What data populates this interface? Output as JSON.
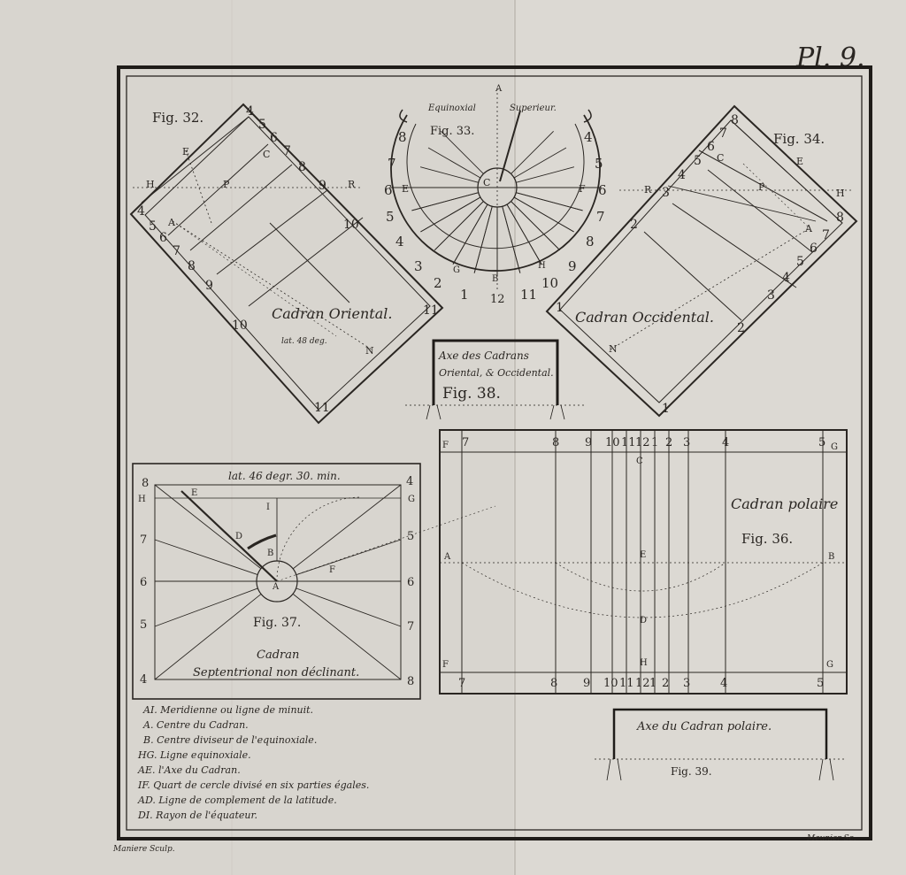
{
  "plate": {
    "number": "Pl. 9.",
    "engraver_left": "Maniere Sculp.",
    "engraver_right": "Meunier Sc."
  },
  "fig32": {
    "label": "Fig. 32.",
    "title": "Cadran Oriental.",
    "latitude": "lat. 48 deg.",
    "points": [
      "E",
      "H",
      "P",
      "A",
      "C",
      "R",
      "N"
    ],
    "top_numbers": [
      "4",
      "5",
      "6",
      "7",
      "8",
      "9",
      "10",
      "11"
    ],
    "left_numbers": [
      "4",
      "5",
      "6",
      "7",
      "8",
      "9",
      "10",
      "11"
    ]
  },
  "fig33": {
    "label": "Fig. 33.",
    "caption_left": "Equinoxial",
    "caption_right": "Superieur.",
    "points": [
      "A",
      "C",
      "E",
      "F",
      "G",
      "B",
      "H"
    ],
    "left_numbers": [
      "8",
      "7",
      "6",
      "5",
      "4",
      "3",
      "2",
      "1"
    ],
    "right_numbers": [
      "4",
      "5",
      "6",
      "7",
      "8",
      "9",
      "10",
      "11"
    ],
    "bottom_numbers": [
      "12",
      "11",
      "10"
    ]
  },
  "fig34": {
    "label": "Fig. 34.",
    "title": "Cadran Occidental.",
    "points": [
      "E",
      "H",
      "P",
      "A",
      "C",
      "R",
      "N"
    ],
    "top_numbers": [
      "3",
      "4",
      "5",
      "6",
      "7",
      "8"
    ],
    "right_numbers": [
      "8",
      "7",
      "6",
      "5",
      "4",
      "3",
      "2",
      "1"
    ],
    "left_numbers": [
      "2",
      "1",
      "1"
    ]
  },
  "fig38": {
    "text_line1": "Axe des Cadrans",
    "text_line2": "Oriental, & Occidental.",
    "label": "Fig. 38."
  },
  "fig36": {
    "label": "Fig. 36.",
    "title": "Cadran polaire",
    "top_numbers": [
      "7",
      "8",
      "9",
      "10",
      "11",
      "12",
      "1",
      "2",
      "3",
      "4",
      "5"
    ],
    "bottom_numbers": [
      "7",
      "8",
      "9",
      "10",
      "11",
      "12",
      "1",
      "2",
      "3",
      "4",
      "5"
    ],
    "points": [
      "F",
      "G",
      "A",
      "B",
      "C",
      "E",
      "D",
      "H"
    ]
  },
  "fig37": {
    "label": "Fig. 37.",
    "latitude": "lat. 46 degr. 30. min.",
    "title_line1": "Cadran",
    "title_line2": "Septentrional non déclinant.",
    "left_numbers": [
      "8",
      "7",
      "6",
      "5",
      "4"
    ],
    "right_numbers": [
      "4",
      "5",
      "6",
      "7",
      "8"
    ],
    "points": [
      "H",
      "G",
      "E",
      "I",
      "D",
      "B",
      "A",
      "F"
    ]
  },
  "fig39": {
    "text": "Axe du Cadran polaire.",
    "label": "Fig. 39."
  },
  "legend": [
    "AI. Meridienne ou ligne de minuit.",
    "A. Centre du Cadran.",
    "B. Centre diviseur de l'equinoxiale.",
    "HG. Ligne equinoxiale.",
    "AE. l'Axe du Cadran.",
    "IF. Quart de cercle divisé en six parties égales.",
    "AD. Ligne de complement de la latitude.",
    "DI. Rayon de l'équateur."
  ]
}
